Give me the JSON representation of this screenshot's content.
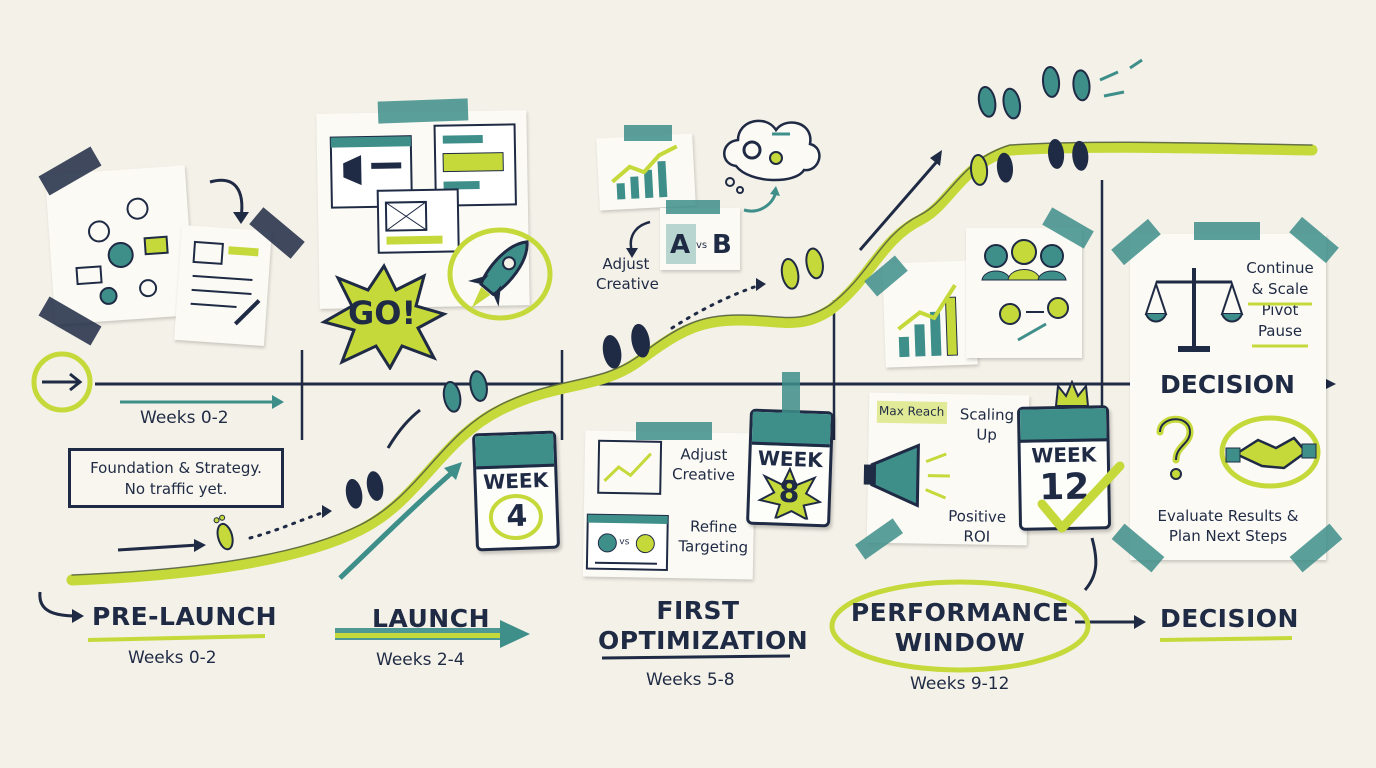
{
  "colors": {
    "navy": "#1f2a44",
    "lime": "#c6d93a",
    "teal": "#3e8e8a",
    "paper": "#f4f1e8"
  },
  "icons": [
    "arrow-right-icon",
    "checklist-icon",
    "browser-mockup-icon",
    "go-burst-icon",
    "rocket-icon",
    "footprints-icon",
    "bar-chart-icon",
    "gear-cloud-icon",
    "ab-test-icon",
    "calendar-icon",
    "users-icon",
    "dollar-icon",
    "megaphone-icon",
    "crown-icon",
    "checkmark-icon",
    "balance-scale-icon",
    "question-mark-icon",
    "handshake-icon"
  ],
  "timeline": {
    "pre_launch": {
      "weeks_top": "Weeks 0-2",
      "note": "Foundation & Strategy.",
      "note2": "No traffic yet.",
      "title": "PRE-LAUNCH",
      "weeks": "Weeks 0-2"
    },
    "launch": {
      "go": "GO!",
      "title": "LAUNCH",
      "weeks": "Weeks 2-4",
      "cal_week": "WEEK",
      "cal_num": "4"
    },
    "first_optimization": {
      "adjust_top": "Adjust",
      "adjust_top2": "Creative",
      "ab_a": "A",
      "ab_vs": "vs",
      "ab_b": "B",
      "adjust": "Adjust",
      "adjust2": "Creative",
      "refine": "Refine",
      "refine2": "Targeting",
      "vs": "vs",
      "cal_week": "WEEK",
      "cal_num": "8",
      "title_line1": "FIRST",
      "title_line2": "OPTIMIZATION",
      "weeks": "Weeks 5-8"
    },
    "performance_window": {
      "max_reach": "Max Reach",
      "scaling": "Scaling",
      "scaling2": "Up",
      "positive": "Positive",
      "positive2": "ROI",
      "cal_week": "WEEK",
      "cal_num": "12",
      "title_line1": "PERFORMANCE",
      "title_line2": "WINDOW",
      "weeks": "Weeks 9-12"
    },
    "decision": {
      "options": [
        "Continue",
        "& Scale",
        "Pivot",
        "Pause"
      ],
      "header": "DECISION",
      "evaluate": "Evaluate Results &",
      "evaluate2": "Plan Next Steps",
      "title": "DECISION"
    }
  }
}
